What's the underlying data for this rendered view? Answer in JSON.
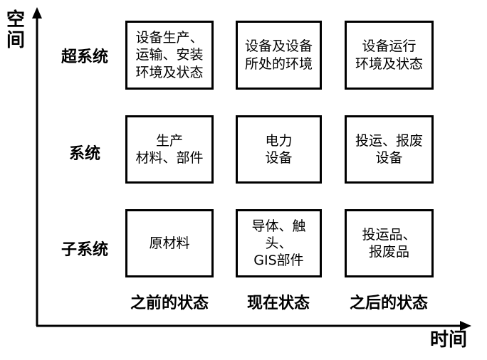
{
  "axes": {
    "y_title": "空\n间",
    "x_title": "时间"
  },
  "rows": [
    {
      "label": "超系统",
      "cells": [
        "设备生产、\n运输、安装\n环境及状态",
        "设备及设备\n所处的环境",
        "设备运行\n环境及状态"
      ]
    },
    {
      "label": "系统",
      "cells": [
        "生产\n材料、部件",
        "电力\n设备",
        "投运、报废\n设备"
      ]
    },
    {
      "label": "子系统",
      "cells": [
        "原材料",
        "导体、触头、\nGIS部件",
        "投运品、\n报废品"
      ]
    }
  ],
  "columns": [
    "之前的状态",
    "现在状态",
    "之后的状态"
  ]
}
